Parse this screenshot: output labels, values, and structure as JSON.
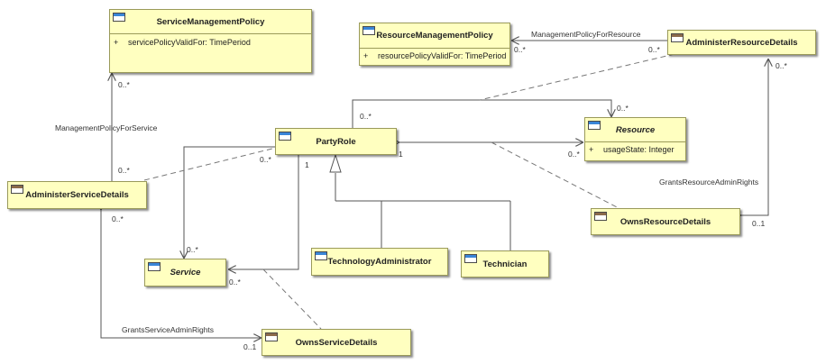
{
  "classes": {
    "service_management_policy": {
      "name": "ServiceManagementPolicy",
      "attribute": "servicePolicyValidFor: TimePeriod",
      "visibility": "+"
    },
    "resource_management_policy": {
      "name": "ResourceManagementPolicy",
      "attribute": "resourcePolicyValidFor: TimePeriod",
      "visibility": "+"
    },
    "administer_resource_details": {
      "name": "AdministerResourceDetails"
    },
    "party_role": {
      "name": "PartyRole"
    },
    "resource": {
      "name": "Resource",
      "attribute": "usageState: Integer",
      "visibility": "+"
    },
    "administer_service_details": {
      "name": "AdministerServiceDetails"
    },
    "owns_resource_details": {
      "name": "OwnsResourceDetails"
    },
    "technology_administrator": {
      "name": "TechnologyAdministrator"
    },
    "technician": {
      "name": "Technician"
    },
    "service": {
      "name": "Service"
    },
    "owns_service_details": {
      "name": "OwnsServiceDetails"
    }
  },
  "associations": {
    "management_policy_for_service": "ManagementPolicyForService",
    "management_policy_for_resource": "ManagementPolicyForResource",
    "grants_resource_admin_rights": "GrantsResourceAdminRights",
    "grants_service_admin_rights": "GrantsServiceAdminRights"
  },
  "multiplicities": {
    "smp_bottom": "0..*",
    "asd_top": "0..*",
    "rmp_right": "0..*",
    "ard_left": "0..*",
    "ard_bottom": "0..*",
    "pr_top": "0..*",
    "res_top": "0..*",
    "pr_left": "0..*",
    "pr_service_end": "1",
    "pr_resource_end": "1",
    "res_left": "0..*",
    "asd_bottom": "0..*",
    "ord_right": "0..1",
    "svc_top": "0..*",
    "svc_bottom_right": "0..*",
    "osd_left": "0..1"
  },
  "colors": {
    "box_fill": "#ffffc0",
    "box_border": "#9a9a5a",
    "class_icon": "#3a86d8",
    "assoc_icon": "#8b6a4a",
    "line": "#555555"
  }
}
